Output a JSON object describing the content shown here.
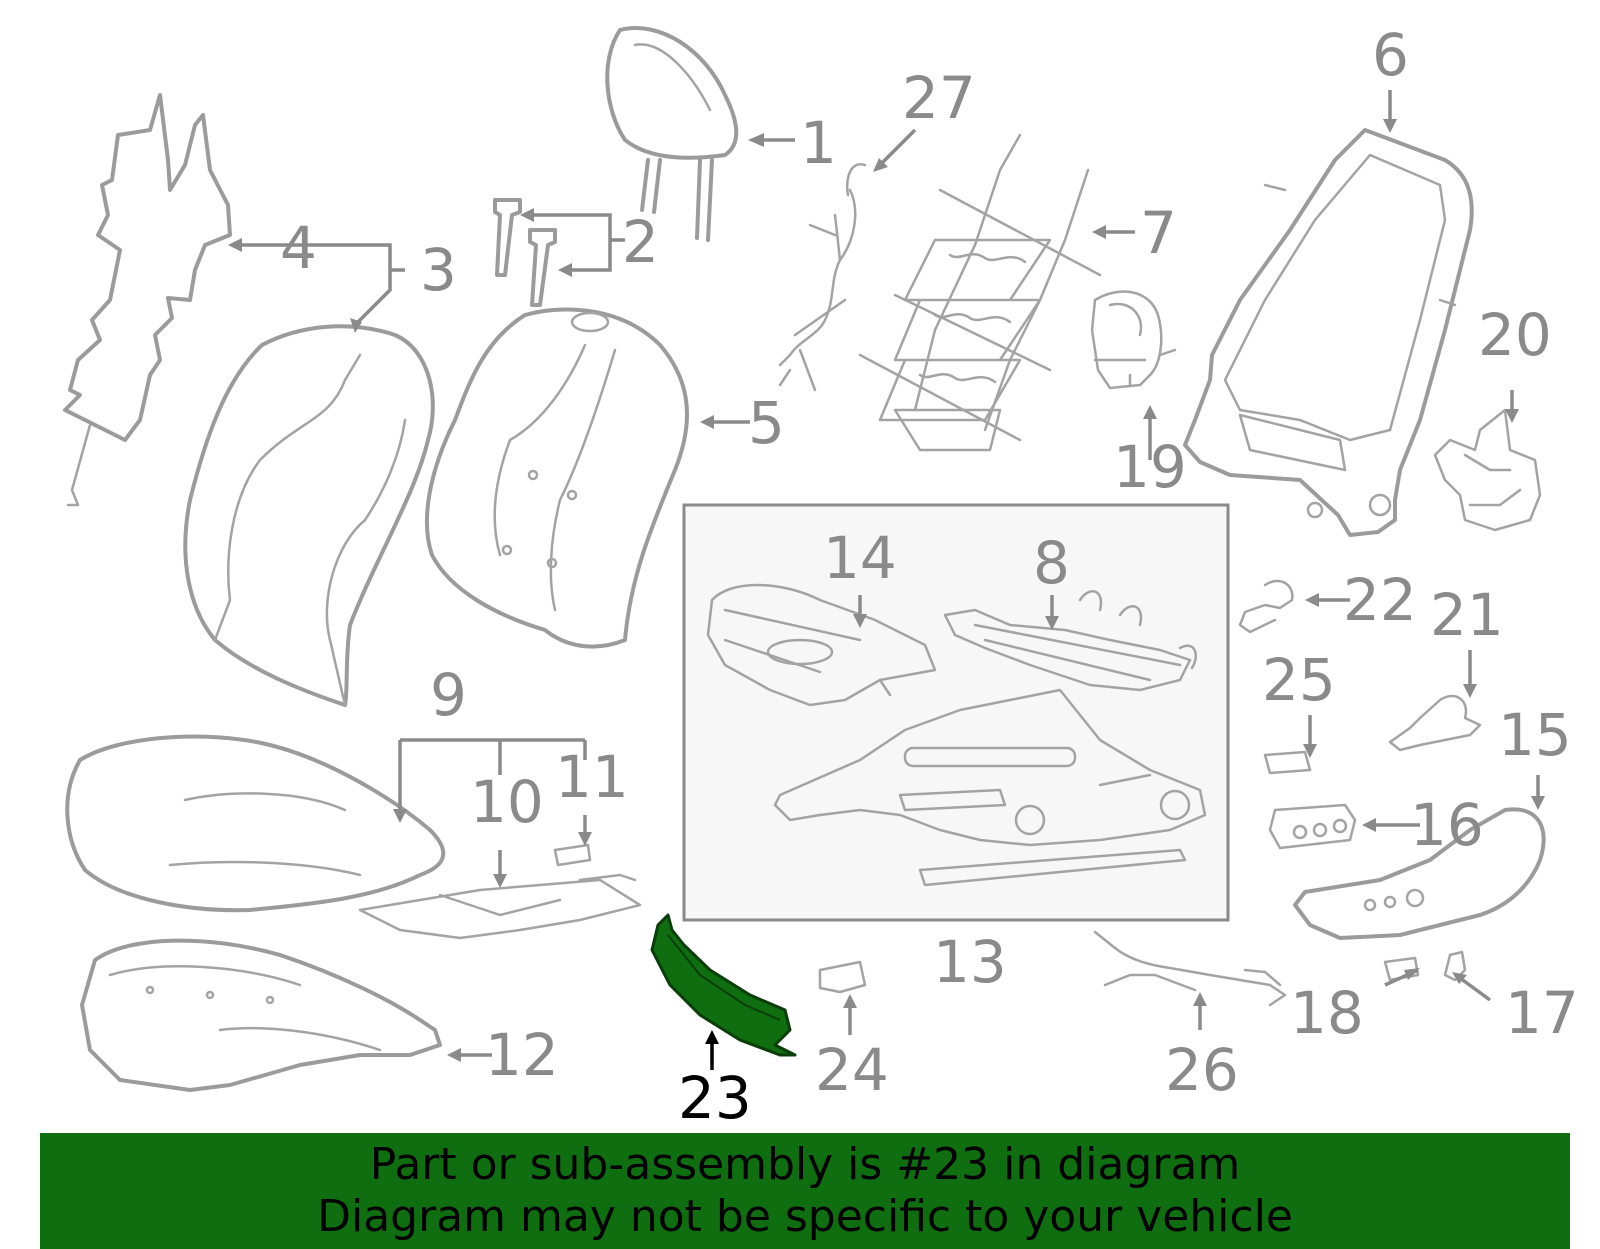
{
  "diagram": {
    "highlighted_part": "23",
    "highlight_color": "#0f6e0f",
    "label_color": "#8a8a8a",
    "labels": {
      "p1": "1",
      "p2": "2",
      "p3": "3",
      "p4": "4",
      "p5": "5",
      "p6": "6",
      "p7": "7",
      "p8": "8",
      "p9": "9",
      "p10": "10",
      "p11": "11",
      "p12": "12",
      "p13": "13",
      "p14": "14",
      "p15": "15",
      "p16": "16",
      "p17": "17",
      "p18": "18",
      "p19": "19",
      "p20": "20",
      "p21": "21",
      "p22": "22",
      "p23": "23",
      "p24": "24",
      "p25": "25",
      "p26": "26",
      "p27": "27"
    }
  },
  "banner": {
    "background": "#0f6e0f",
    "line1": "Part or sub-assembly is #23 in diagram",
    "line2": "Diagram may not be specific to your vehicle"
  }
}
